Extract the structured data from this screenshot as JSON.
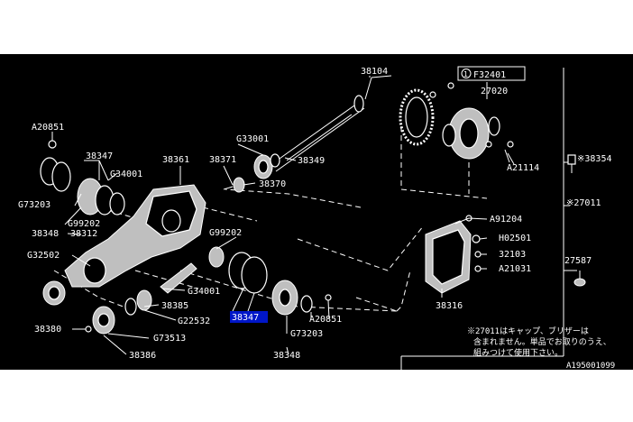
{
  "diagram": {
    "colors": {
      "background": "#000000",
      "line": "#ffffff",
      "highlight": "#0016c8",
      "page": "#ffffff"
    },
    "callouts": {
      "p38104": "38104",
      "p27020": "27020",
      "ref_box": "F32401",
      "ref_marker": "1",
      "pA20851_top": "A20851",
      "p38347_top": "38347",
      "pG34001_top": "G34001",
      "p38361": "38361",
      "p38371": "38371",
      "pG33001": "G33001",
      "p38349": "38349",
      "p38370": "38370",
      "pA21114": "A21114",
      "p38354": "※38354",
      "p27011": "※27011",
      "pG73203_left": "G73203",
      "pG99202_left": "G99202",
      "p38348_left": "38348",
      "p38312": "38312",
      "pG32502": "G32502",
      "pG99202_mid": "G99202",
      "pA91204": "A91204",
      "pH02501": "H02501",
      "p32103": "32103",
      "pA21031": "A21031",
      "p27587": "27587",
      "p38316": "38316",
      "pG34001_mid": "G34001",
      "p38385": "38385",
      "p38347_sel": "38347",
      "pA20851_mid": "A20851",
      "pG22532": "G22532",
      "p38380": "38380",
      "pG73513": "G73513",
      "pG73203_bottom": "G73203",
      "p38386": "38386",
      "p38348_bottom": "38348"
    },
    "note_lines": [
      "※27011はキャップ、ブリザーは",
      "含まれません。単品でお取りのうえ、",
      "組みつけて使用下さい。"
    ],
    "footer_code": "A195001099"
  }
}
